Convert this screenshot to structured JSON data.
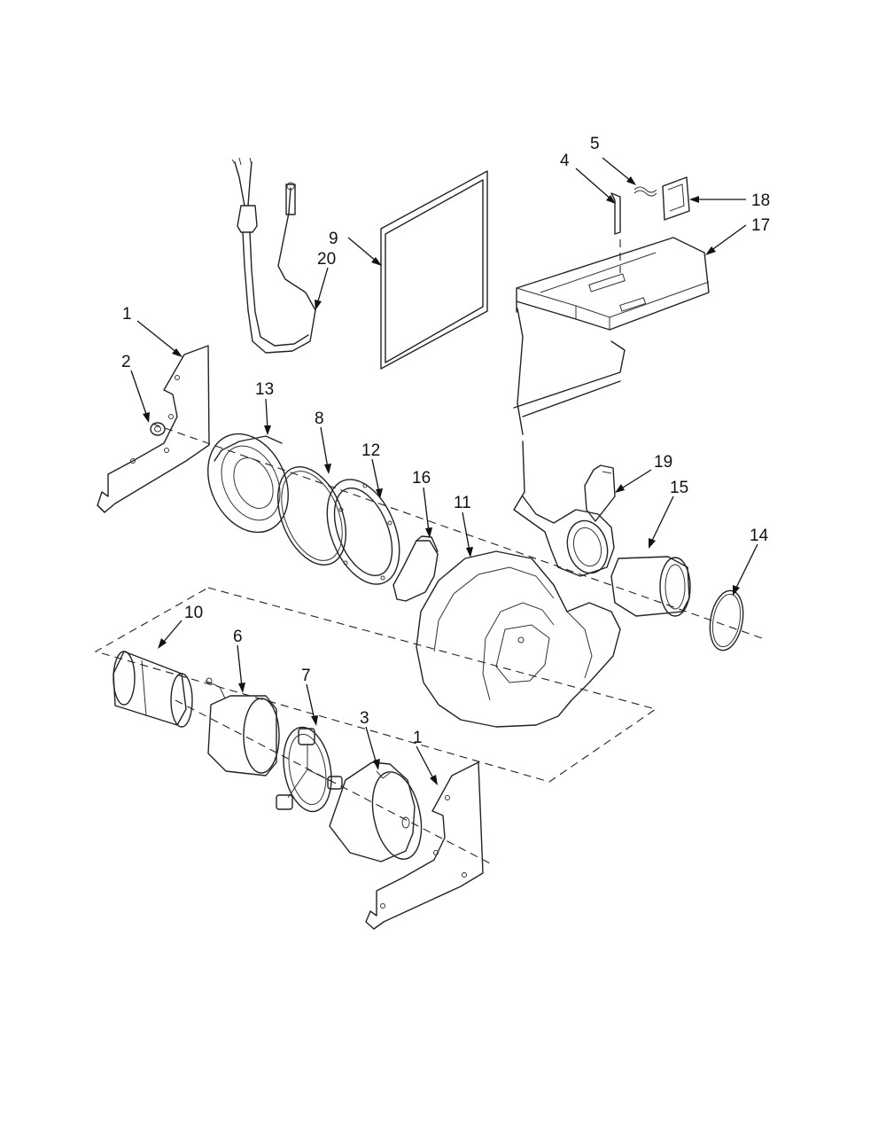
{
  "labels": {
    "p1_top": "1",
    "p2": "2",
    "p3": "3",
    "p4": "4",
    "p5": "5",
    "p6": "6",
    "p7": "7",
    "p8": "8",
    "p9": "9",
    "p10": "10",
    "p11": "11",
    "p12": "12",
    "p13": "13",
    "p14": "14",
    "p15": "15",
    "p16": "16",
    "p17": "17",
    "p18": "18",
    "p19": "19",
    "p20": "20",
    "p1_bottom": "1"
  }
}
